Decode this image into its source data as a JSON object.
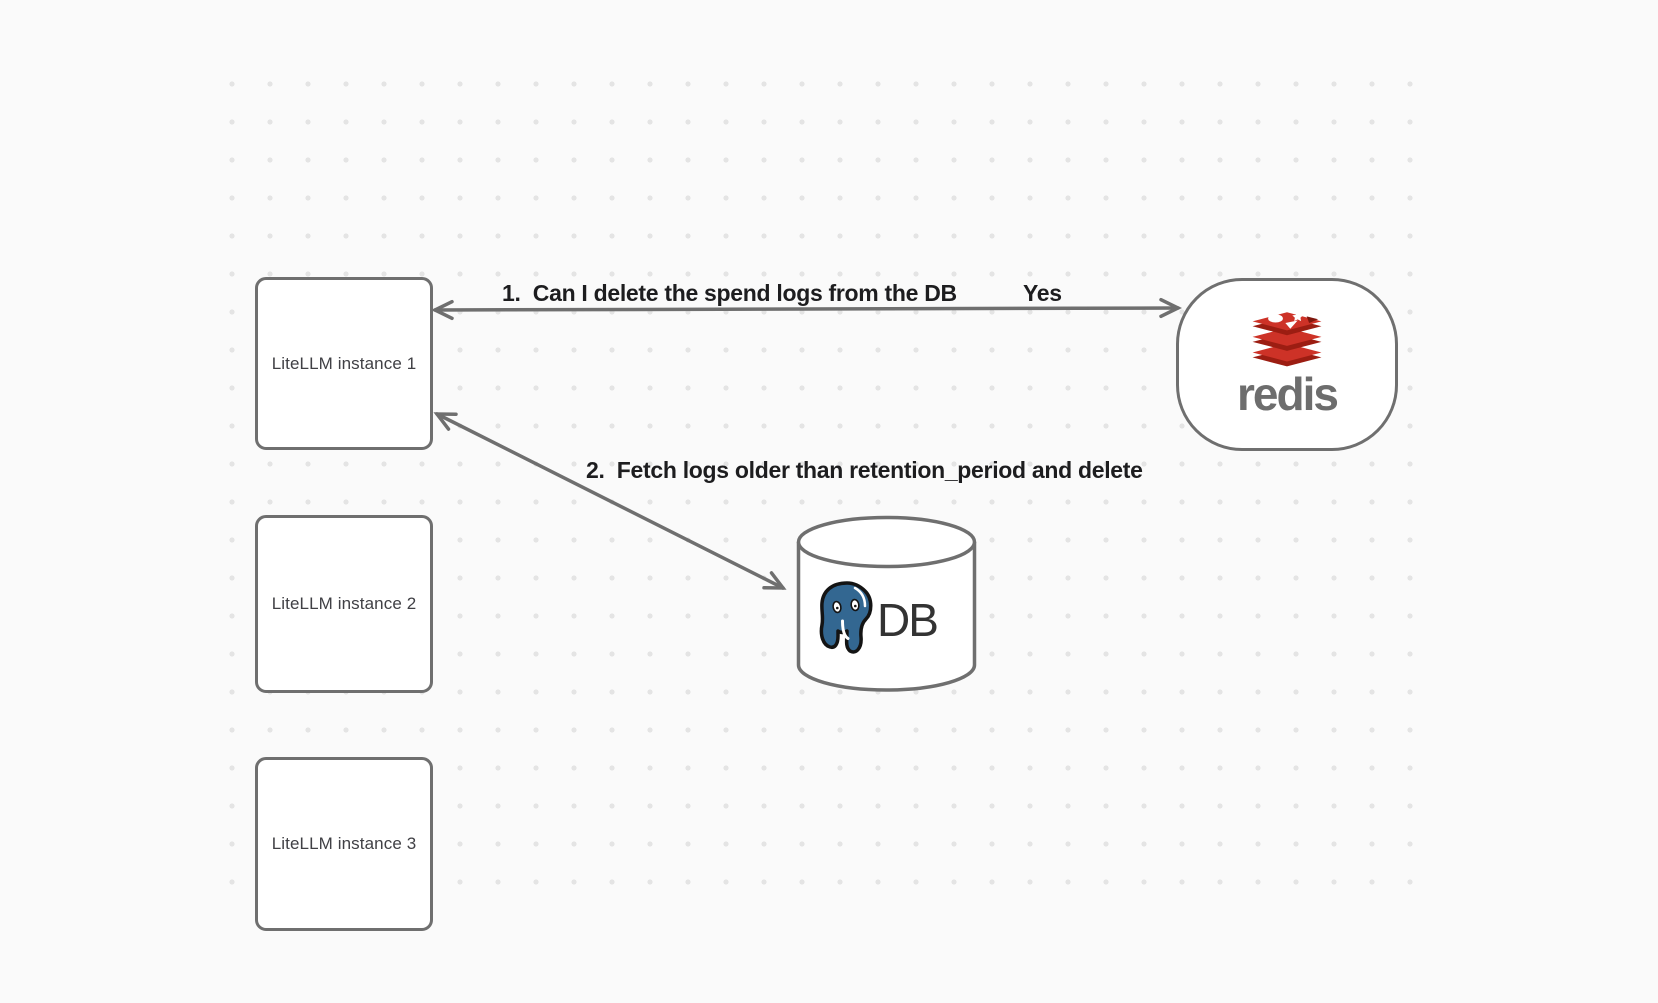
{
  "diagram": {
    "nodes": {
      "instance1": {
        "label": "LiteLLM instance 1"
      },
      "instance2": {
        "label": "LiteLLM instance 2"
      },
      "instance3": {
        "label": "LiteLLM instance 3"
      },
      "redis": {
        "label": "redis",
        "icon": "redis-logo-icon"
      },
      "database": {
        "label": "DB",
        "icon": "postgresql-elephant-icon",
        "shape": "database-cylinder"
      }
    },
    "edges": {
      "edge1": {
        "label": "1.  Can I delete the spend logs from the DB",
        "response": "Yes",
        "from": "redis",
        "to": "instance1",
        "style": "double-headed-arrow"
      },
      "edge2": {
        "label": "2.  Fetch logs older than retention_period and delete",
        "from": "instance1",
        "to": "database",
        "style": "double-headed-arrow"
      }
    },
    "colors": {
      "background": "#fafafa",
      "grid_dot": "#e4e4e4",
      "stroke": "#6f6f6f",
      "edge_label_text": "#1d1d1f",
      "node_text": "#404045",
      "redis_red": "#cd3227",
      "redis_dark_red": "#9c1d12",
      "redis_wordmark_gray": "#6d6d6d",
      "postgres_blue": "#336791",
      "db_text": "#333333"
    }
  }
}
